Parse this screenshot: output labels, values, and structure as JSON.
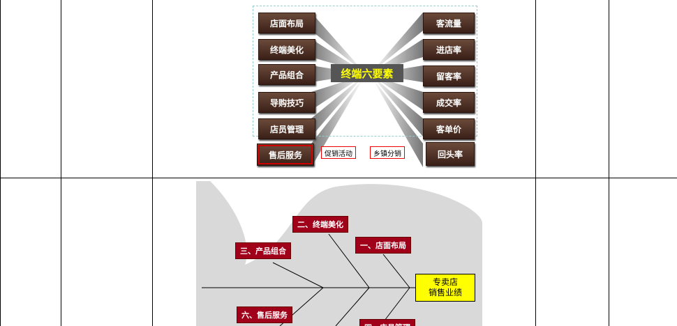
{
  "top_diagram": {
    "center_label": "终端六要素",
    "left_items": [
      "店面布局",
      "终端美化",
      "产品组合",
      "导购技巧",
      "店员管理",
      "售后服务"
    ],
    "right_items": [
      "客流量",
      "进店率",
      "留客率",
      "成交率",
      "客单价",
      "回头率"
    ],
    "small_tags": [
      "促销活动",
      "乡镇分销"
    ]
  },
  "fishbone": {
    "nodes": [
      "二、终端美化",
      "一、店面布局",
      "三、产品组合",
      "六、售后服务",
      "四、店员管理"
    ],
    "head_lines": [
      "专卖店",
      "销售业绩"
    ]
  },
  "colors": {
    "brown": "#3a2018",
    "red_box": "#a0001a",
    "yellow": "#ffff00"
  }
}
